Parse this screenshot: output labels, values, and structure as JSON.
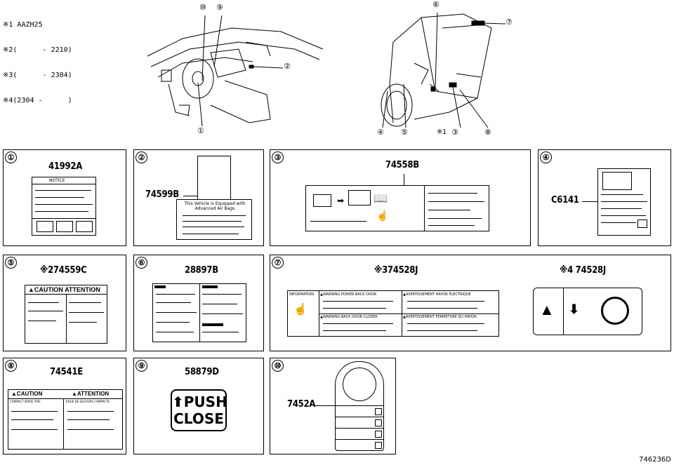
{
  "notes": [
    "※1 AAZH25",
    "※2(      - 2210)",
    "※3(      - 2304)",
    "※4(2304 -      )"
  ],
  "callouts": {
    "c1": "①",
    "c2": "②",
    "c3": "③",
    "c4": "④",
    "c5": "⑤",
    "c6": "⑥",
    "c7": "⑦",
    "c8": "⑧",
    "c9": "⑨",
    "c10": "⑩",
    "c3_note": "※1"
  },
  "panels": [
    {
      "num": "①",
      "part": "41992A",
      "label_title": "NOTICE"
    },
    {
      "num": "②",
      "part": "74599B",
      "label_text": "This Vehicle is Equipped with Advanced Air Bags"
    },
    {
      "num": "③",
      "part": "74558B"
    },
    {
      "num": "④",
      "part": "C6141"
    },
    {
      "num": "⑤",
      "part": "※274559C",
      "label_title": "▲CAUTION ATTENTION"
    },
    {
      "num": "⑥",
      "part": "28897B"
    },
    {
      "num": "⑦",
      "part_a": "※374528J",
      "part_b": "※4 74528J",
      "label_a": [
        "INFORMATION",
        "▲WARNING POWER BACK DOOR",
        "▲AVERTISSEMENT HAYON ÉLECTRIQUE",
        "▲WARNING BACK DOOR CLOSER",
        "▲AVERTISSEMENT FERMETURE DU HAYON"
      ]
    },
    {
      "num": "⑧",
      "part": "74541E",
      "label_caution": "▲CAUTION",
      "label_attention": "▲ATTENTION",
      "sub_left": "COMPACT SPARE TIRE",
      "sub_right": "ROUE DE SECOURS COMPACTE"
    },
    {
      "num": "⑨",
      "part": "58879D",
      "label_line1": "PUSH",
      "label_line2": "CLOSE"
    },
    {
      "num": "⑩",
      "part": "7452A"
    }
  ],
  "footer": "746236D"
}
